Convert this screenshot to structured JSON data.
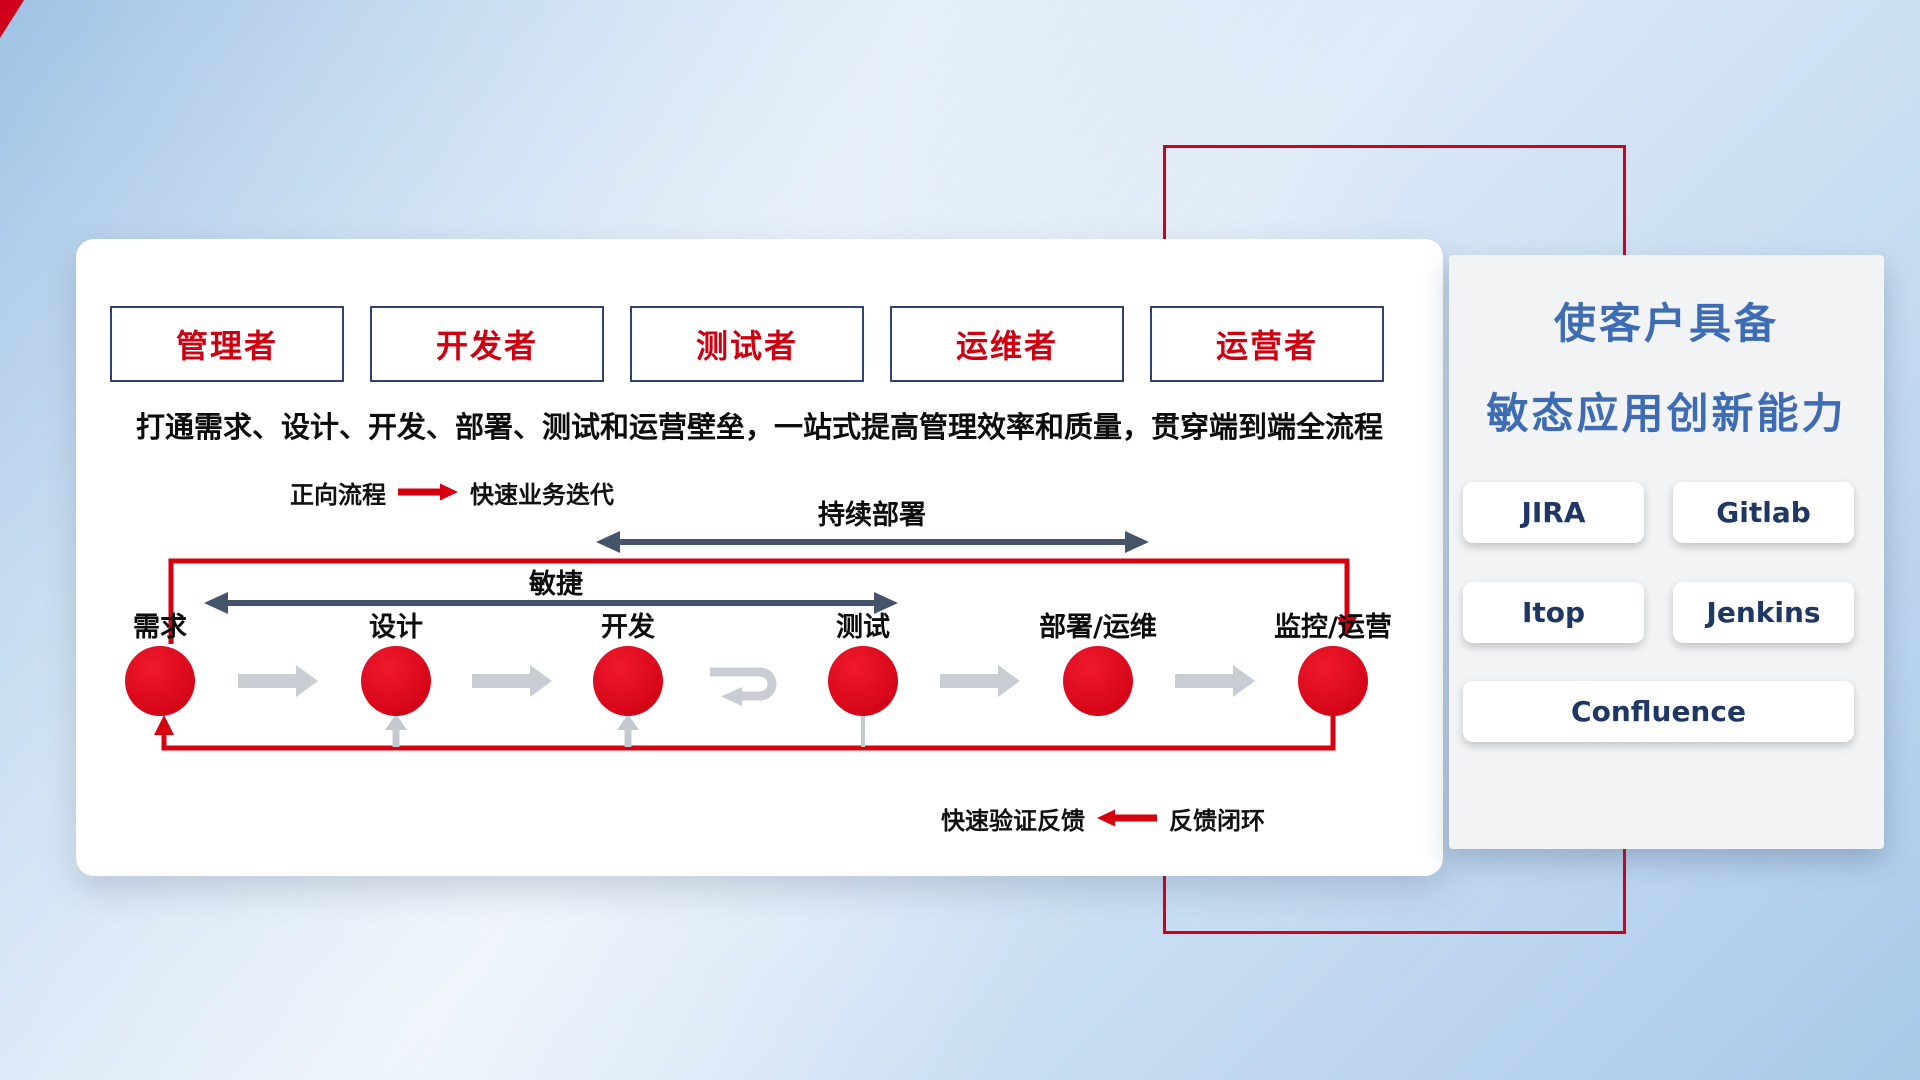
{
  "card": {
    "roles": [
      {
        "label": "管理者"
      },
      {
        "label": "开发者"
      },
      {
        "label": "测试者"
      },
      {
        "label": "运维者"
      },
      {
        "label": "运营者"
      }
    ],
    "description": "打通需求、设计、开发、部署、测试和运营壁垒，一站式提高管理效率和质量，贯穿端到端全流程",
    "legend_forward": {
      "label": "正向流程",
      "value": "快速业务迭代"
    },
    "legend_feedback": {
      "label": "快速验证反馈",
      "value": "反馈闭环"
    },
    "flow": {
      "cd_label": "持续部署",
      "agile_label": "敏捷",
      "stages": [
        {
          "label": "需求"
        },
        {
          "label": "设计"
        },
        {
          "label": "开发"
        },
        {
          "label": "测试"
        },
        {
          "label": "部署/运维"
        },
        {
          "label": "监控/运营"
        }
      ]
    }
  },
  "panel": {
    "title_line1": "使客户具备",
    "title_line2": "敏态应用创新能力",
    "tools": [
      {
        "label": "JIRA"
      },
      {
        "label": "Gitlab"
      },
      {
        "label": "Itop"
      },
      {
        "label": "Jenkins"
      },
      {
        "label": "Confluence"
      }
    ]
  },
  "colors": {
    "accent_red": "#d7000f",
    "node_red": "#e2001a",
    "dark_arrow": "#44546a",
    "gray_arrow": "#c9cdd3",
    "title_blue": "#3e6cb4",
    "tool_text_navy": "#1e3765",
    "role_border_navy": "#2e4374"
  }
}
